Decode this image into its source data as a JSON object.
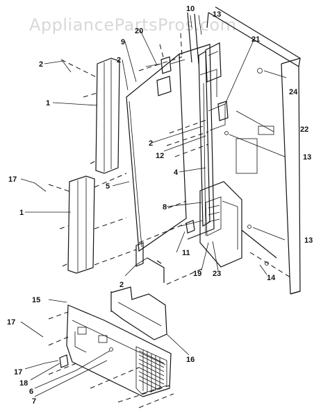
{
  "watermark": "AppliancePartsPros.com",
  "callouts": {
    "c1a": "1",
    "c1b": "1",
    "c2a": "2",
    "c2b": "2",
    "c2c": "2",
    "c2d": "2",
    "c4": "4",
    "c5": "5",
    "c6": "6",
    "c7": "7",
    "c8": "8",
    "c9": "9",
    "c10": "10",
    "c11": "11",
    "c12": "12",
    "c13a": "13",
    "c13b": "13",
    "c13c": "13",
    "c14": "14",
    "c15": "15",
    "c16": "16",
    "c17a": "17",
    "c17b": "17",
    "c17c": "17",
    "c18": "18",
    "c19": "19",
    "c20": "20",
    "c21": "21",
    "c22": "22",
    "c23": "23",
    "c24": "24"
  }
}
